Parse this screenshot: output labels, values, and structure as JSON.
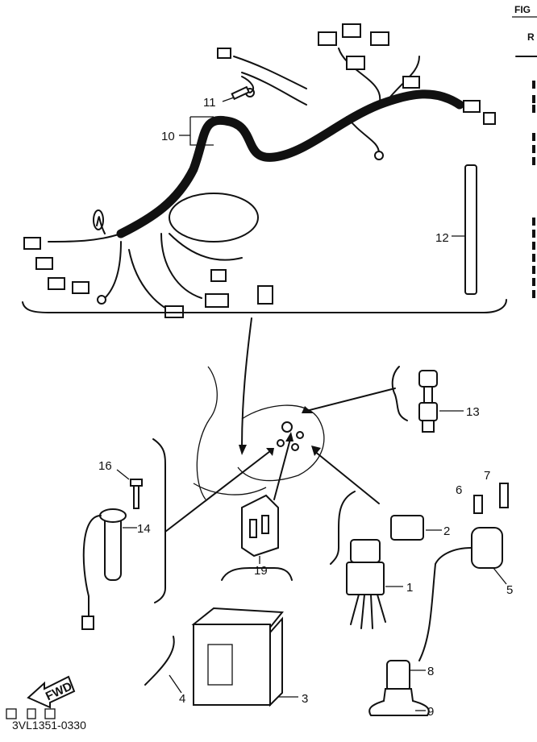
{
  "header": {
    "fig_label": "FIG",
    "ref_label": "R"
  },
  "callouts": {
    "c1": "1",
    "c2": "2",
    "c3": "3",
    "c4": "4",
    "c5": "5",
    "c6": "6",
    "c7": "7",
    "c8": "8",
    "c9": "9",
    "c10": "10",
    "c11": "11",
    "c12": "12",
    "c13": "13",
    "c14": "14",
    "c16": "16",
    "c19": "19"
  },
  "fwd_label": "FWD",
  "drawing_code": "3VL1351-0330"
}
